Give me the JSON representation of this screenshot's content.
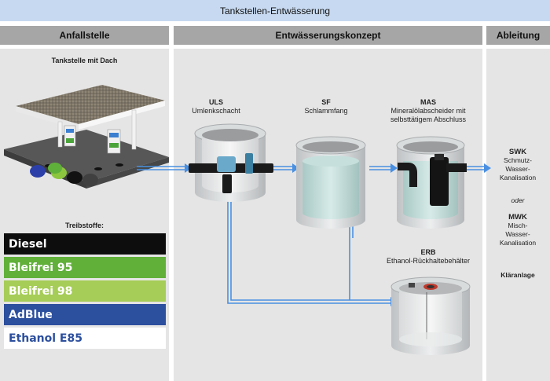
{
  "title": "Tankstellen-Entwässerung",
  "columns": {
    "left": "Anfallstelle",
    "middle": "Entwässerungskonzept",
    "right": "Ableitung"
  },
  "left": {
    "station_label": "Tankstelle mit Dach",
    "fuels_label": "Treibstoffe:",
    "fuels": [
      {
        "label": "Diesel",
        "bg": "#0d0d0d",
        "fg": "#ffffff"
      },
      {
        "label": "Bleifrei 95",
        "bg": "#61b03a",
        "fg": "#ffffff"
      },
      {
        "label": "Bleifrei 98",
        "bg": "#a6cd57",
        "fg": "#ffffff"
      },
      {
        "label": "AdBlue",
        "bg": "#2c4f9e",
        "fg": "#ffffff"
      },
      {
        "label": "Ethanol E85",
        "bg": "#ffffff",
        "fg": "#2c4f9e"
      }
    ]
  },
  "components": {
    "uls": {
      "code": "ULS",
      "name": "Umlenkschacht"
    },
    "sf": {
      "code": "SF",
      "name": "Schlammfang"
    },
    "mas": {
      "code": "MAS",
      "name_line1": "Mineralölabscheider mit",
      "name_line2": "selbsttätigem Abschluss"
    },
    "erb": {
      "code": "ERB",
      "name": "Ethanol-Rückhaltebehälter"
    }
  },
  "outflow": {
    "swk_code": "SWK",
    "swk_lines": [
      "Schmutz-",
      "Wasser-",
      "Kanalisation"
    ],
    "or": "oder",
    "mwk_code": "MWK",
    "mwk_lines": [
      "Misch-",
      "Wasser-",
      "Kanalisation"
    ],
    "plant": "Kläranlage"
  },
  "colors": {
    "title_bg": "#c6d9f0",
    "header_bg": "#a6a6a6",
    "panel_bg": "#e5e5e5",
    "flow_line": "#4a90e2"
  }
}
